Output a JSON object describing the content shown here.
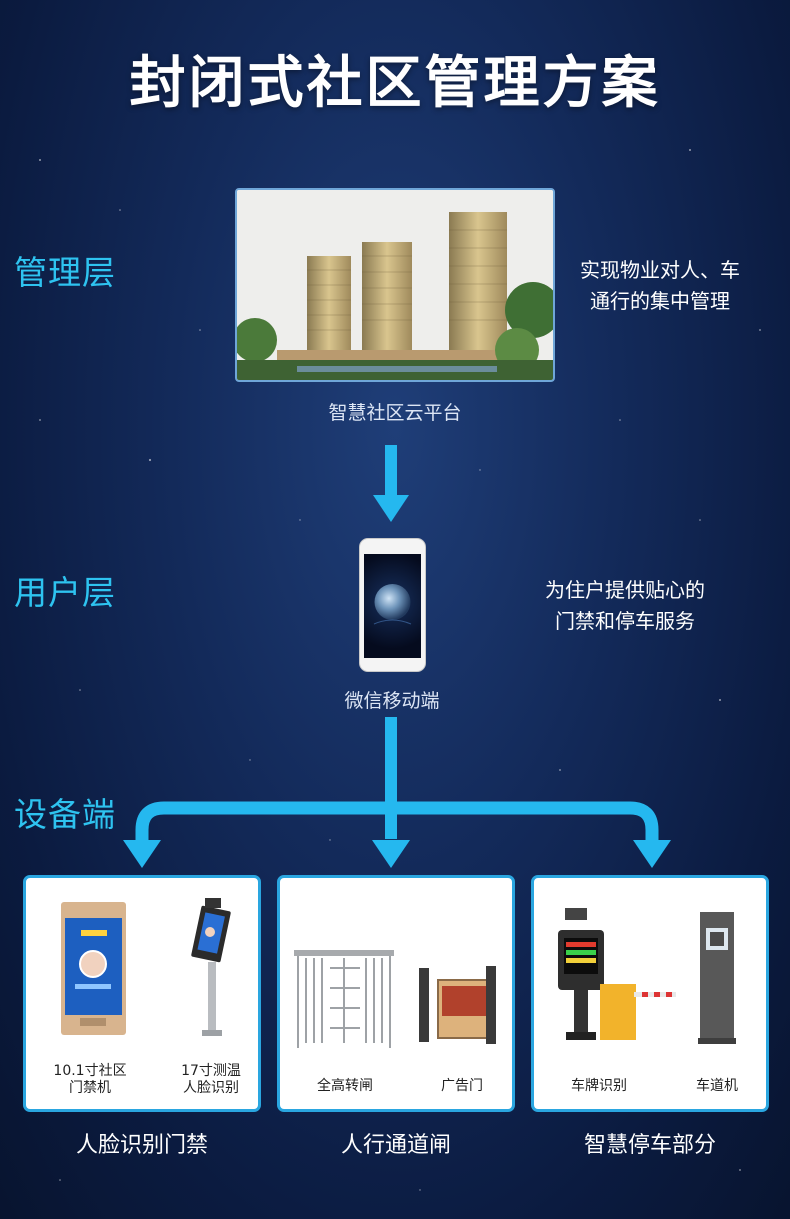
{
  "title": "封闭式社区管理方案",
  "layers": {
    "management": "管理层",
    "user": "用户层",
    "device": "设备端"
  },
  "management_desc": [
    "实现物业对人、车",
    "通行的集中管理"
  ],
  "platform_caption": "智慧社区云平台",
  "user_desc": [
    "为住户提供贴心的",
    "门禁和停车服务"
  ],
  "mobile_caption": "微信移动端",
  "devices": {
    "face": {
      "group_label": "人脸识别门禁",
      "item1": [
        "10.1寸社区",
        "门禁机"
      ],
      "item2": [
        "17寸测温",
        "人脸识别"
      ]
    },
    "pedestrian": {
      "group_label": "人行通道闸",
      "item1": "全高转闸",
      "item2": "广告门"
    },
    "parking": {
      "group_label": "智慧停车部分",
      "item1": "车牌识别",
      "item2": "车道机"
    }
  },
  "colors": {
    "accent": "#2ec3f0",
    "arrow": "#25b8ef",
    "card_border": "#2aa6e0"
  }
}
